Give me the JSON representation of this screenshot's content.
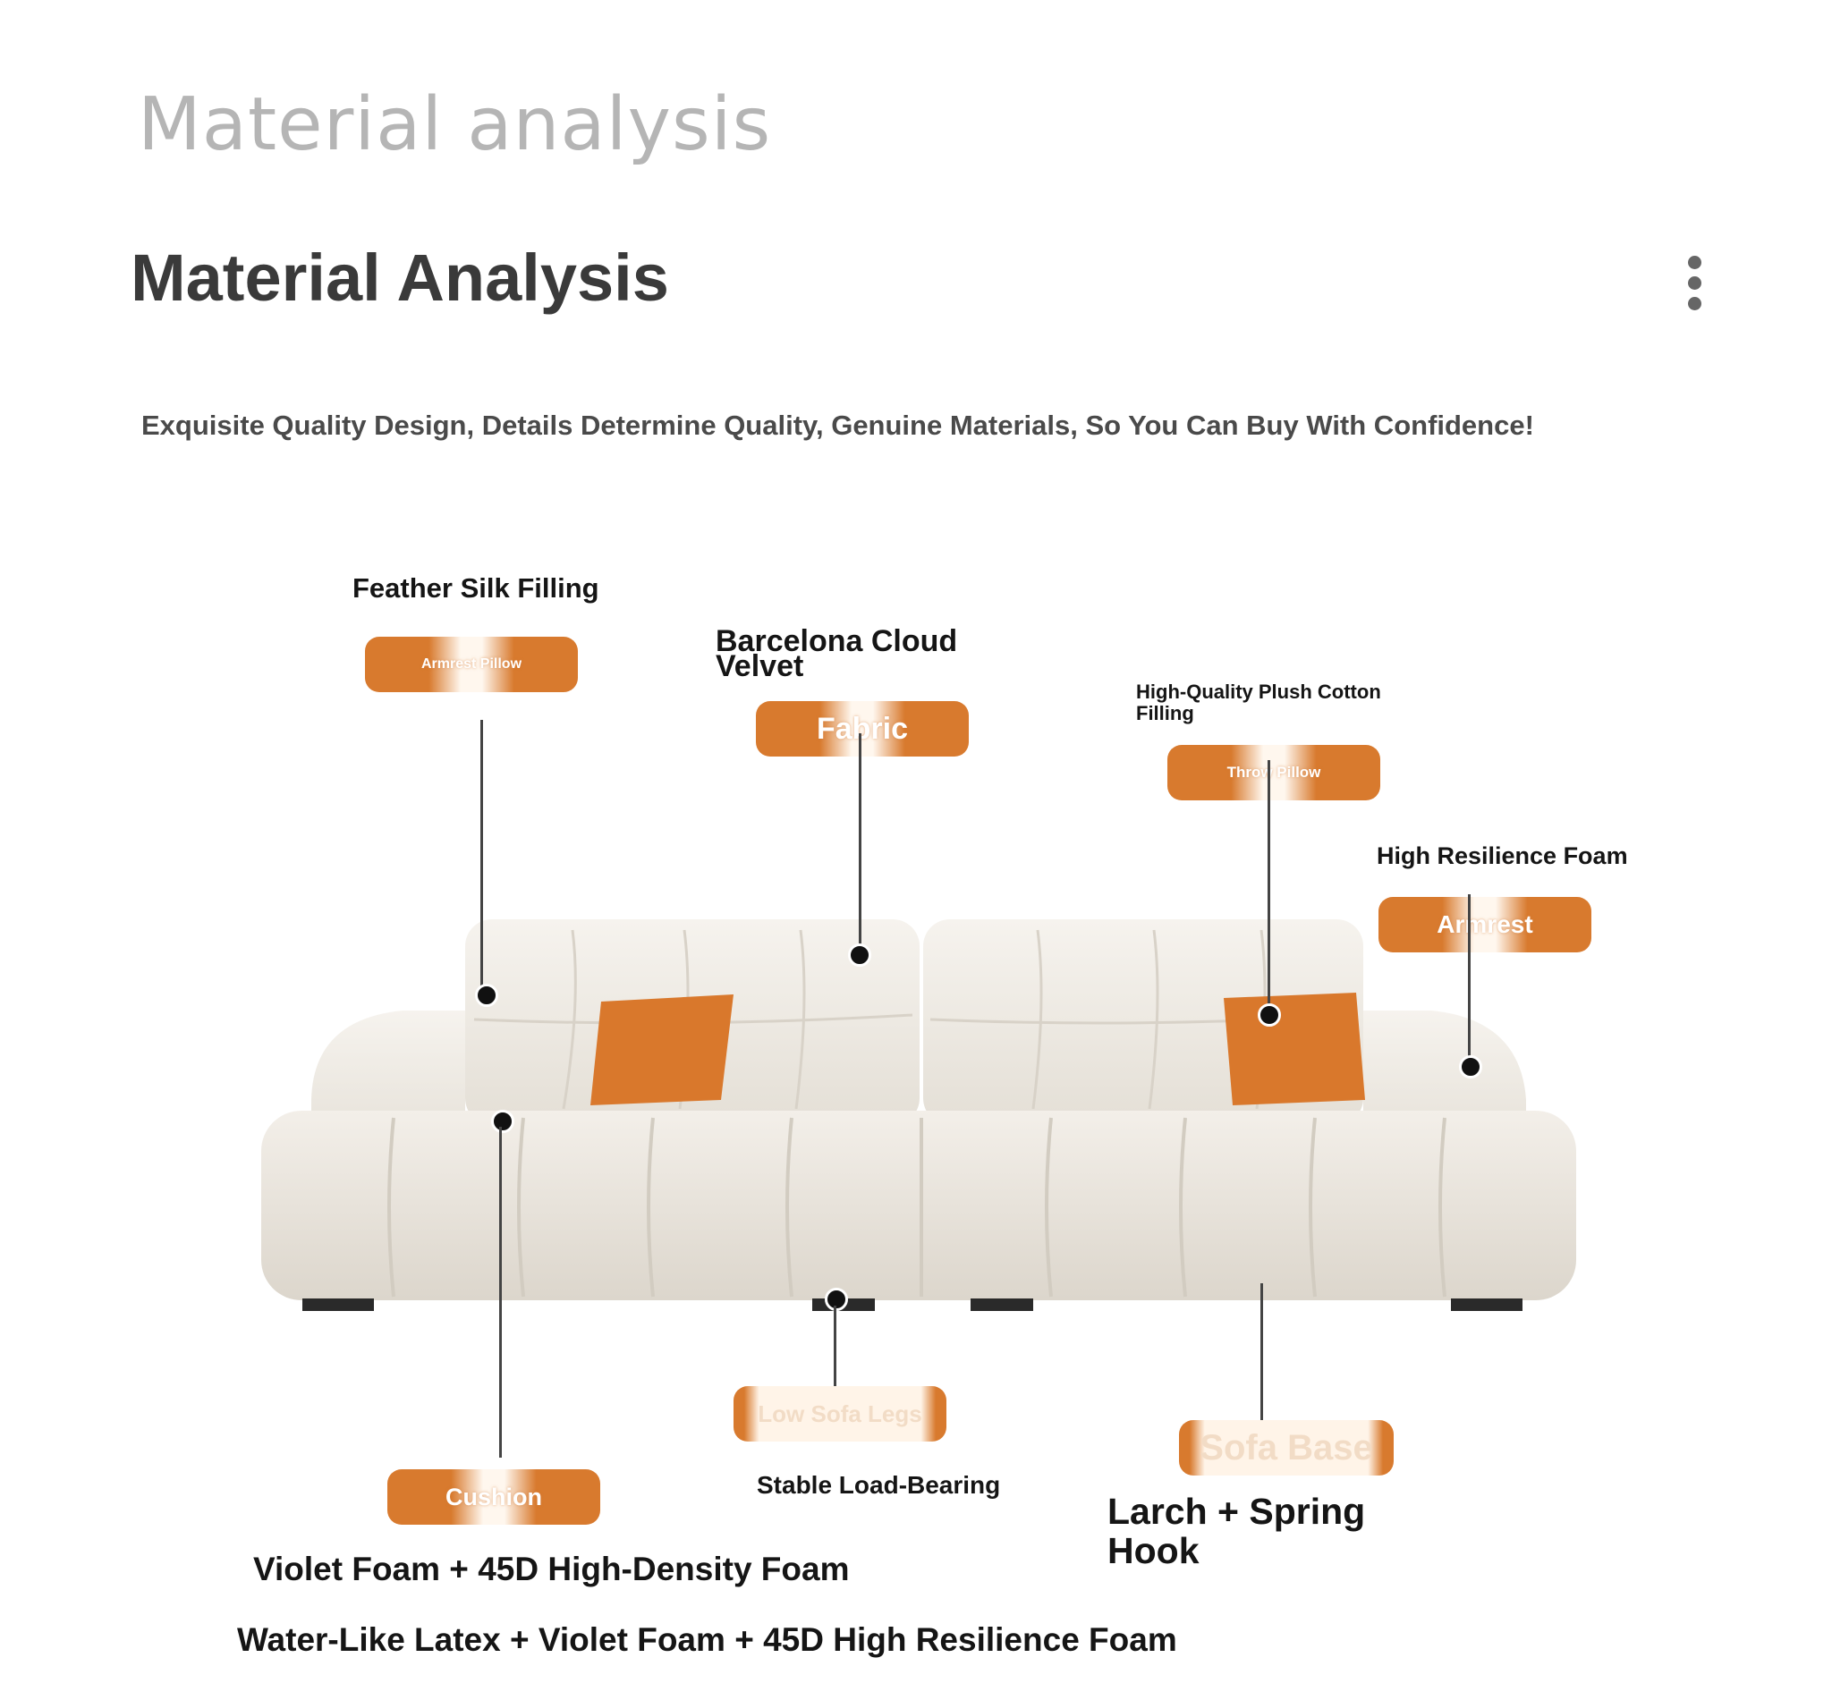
{
  "header": {
    "ghost_title": "Material analysis",
    "title": "Material Analysis",
    "menu_icon": "kebab-menu-icon",
    "tagline": "Exquisite Quality Design, Details Determine Quality, Genuine Materials, So You Can Buy With Confidence!"
  },
  "colors": {
    "accent": "#d87a2e",
    "sofa": "#efebe4",
    "pillow": "#d9782c"
  },
  "parts": {
    "armrest_pillow": {
      "name": "Armrest Pillow",
      "material": "Feather Silk Filling"
    },
    "fabric": {
      "name": "Fabric",
      "material": "Barcelona Cloud Velvet"
    },
    "throw_pillow": {
      "name": "Throw Pillow",
      "material": "High-Quality Plush Cotton Filling"
    },
    "armrest": {
      "name": "Armrest",
      "material": "High Resilience Foam"
    },
    "legs": {
      "name": "Low Sofa Legs",
      "material": "Stable Load-Bearing"
    },
    "base": {
      "name": "Sofa Base",
      "material": "Larch + Spring Hook"
    },
    "cushion": {
      "name": "Cushion",
      "material": "Violet Foam + 45D High-Density Foam",
      "material_2": "Water-Like Latex + Violet Foam + 45D High Resilience Foam"
    }
  }
}
